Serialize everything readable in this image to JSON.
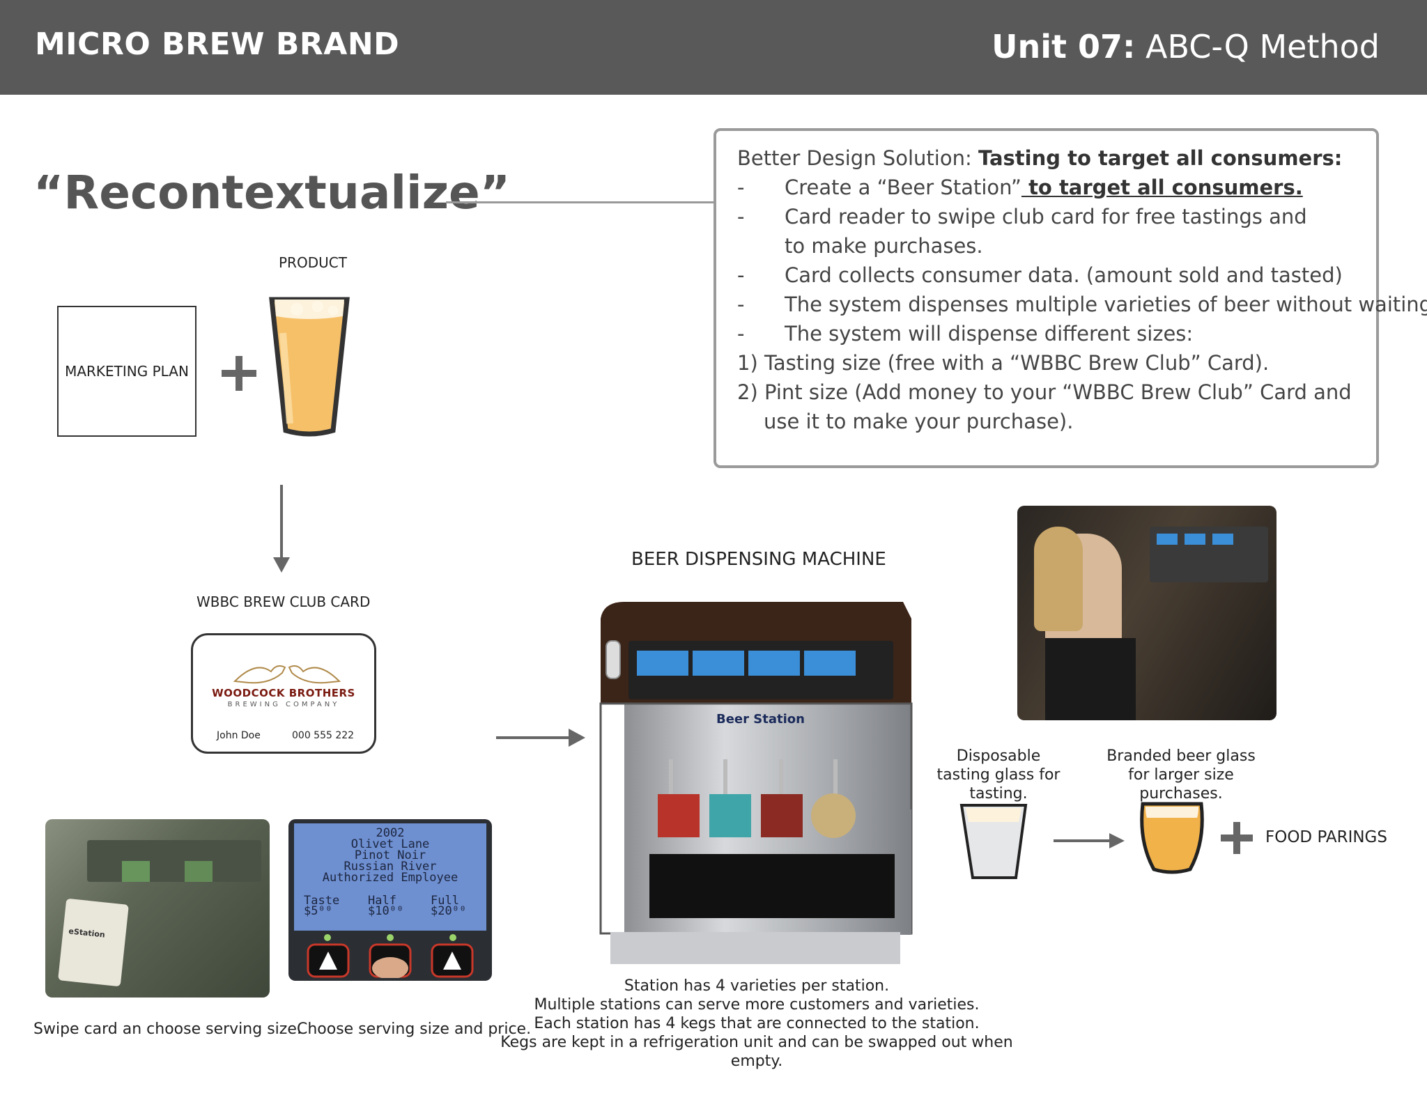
{
  "header": {
    "brand": "MICRO BREW BRAND",
    "unit_bold": "Unit 07:",
    "unit_rest": " ABC-Q Method"
  },
  "recontextualize": "“Recontextualize”",
  "solution": {
    "intro": "Better Design Solution: ",
    "intro_bold": "Tasting to target all consumers:",
    "bullets": [
      {
        "dash": "-",
        "text": "Create a “Beer Station”",
        "bold": " to target all consumers."
      },
      {
        "dash": "-",
        "text": "Card reader to swipe club card for free tastings and"
      },
      {
        "dash": "",
        "text": "to make purchases."
      },
      {
        "dash": "-",
        "text": "Card collects consumer data. (amount sold and tasted)"
      },
      {
        "dash": "-",
        "text": "The system dispenses multiple varieties of beer without waiting."
      },
      {
        "dash": "-",
        "text": "The system will dispense different sizes:"
      }
    ],
    "sizes": [
      "1) Tasting size (free with a “WBBC Brew Club” Card).",
      "2) Pint size (Add money to your “WBBC Brew Club” Card and",
      "use it to make your purchase)."
    ]
  },
  "labels": {
    "product": "PRODUCT",
    "marketing_plan": "MARKETING PLAN",
    "club_card": "WBBC BREW CLUB CARD",
    "machine": "BEER DISPENSING MACHINE",
    "food": "FOOD PARINGS"
  },
  "card": {
    "brand": "WOODCOCK BROTHERS",
    "sub": "BREWING COMPANY",
    "name": "John Doe",
    "number": "000 555 222"
  },
  "screen": {
    "lines": [
      "2002",
      "Olivet Lane",
      "Pinot Noir",
      "Russian River",
      "Authorized Employee"
    ],
    "options": [
      {
        "label": "Taste",
        "price": "$5⁰⁰"
      },
      {
        "label": "Half",
        "price": "$10⁰⁰"
      },
      {
        "label": "Full",
        "price": "$20⁰⁰"
      }
    ]
  },
  "machine_brand": "Beer Station",
  "card_in_slot": "eStation",
  "captions": {
    "swipe": "Swipe card an choose serving size.",
    "choose": "Choose serving size and price.",
    "station": [
      "Station has 4 varieties per station.",
      "Multiple stations can serve more customers and varieties.",
      "Each station has 4 kegs that are connected to the station.",
      "Kegs are kept in a refrigeration unit and can be swapped out when empty."
    ],
    "disposable": [
      "Disposable",
      "tasting glass for tasting."
    ],
    "branded": [
      "Branded beer glass",
      "for larger size purchases."
    ]
  },
  "colors": {
    "header_bg": "#595959",
    "arrow": "#666666",
    "beer": "#f2b24a",
    "screen_bg": "#6e8fd0"
  }
}
